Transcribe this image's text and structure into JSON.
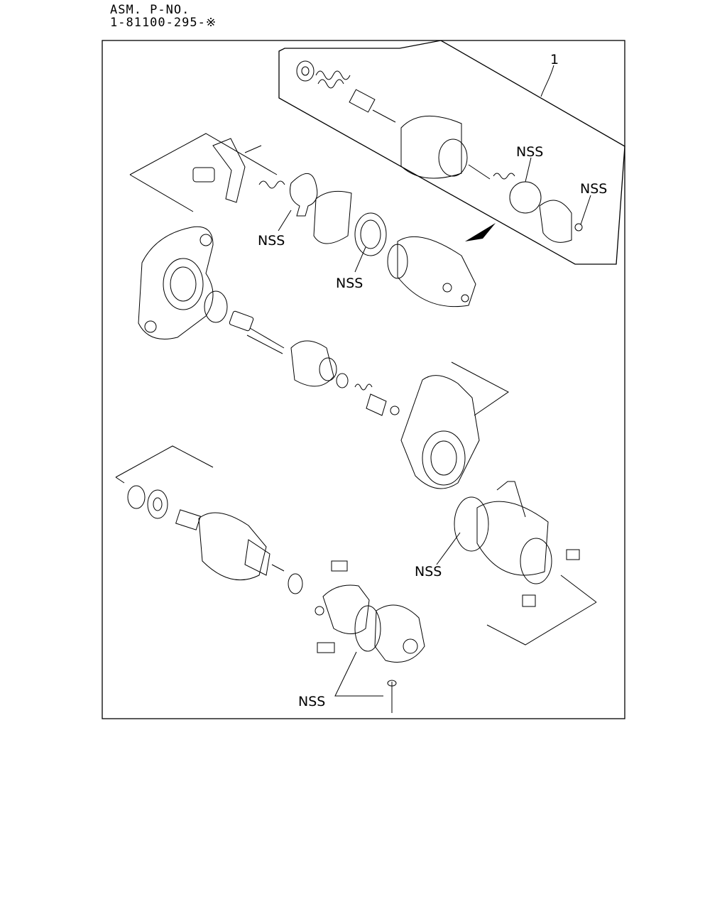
{
  "header": {
    "asm_label": "ASM. P-NO.",
    "part_number": "1-81100-295-※"
  },
  "callouts": {
    "item_1": "1",
    "nss_plunger_oring": "NSS",
    "nss_terminal_nut": "NSS",
    "nss_lever_gasket": "NSS",
    "nss_solenoid_seal": "NSS",
    "nss_yoke_oring": "NSS",
    "nss_rear_cover_bolt": "NSS"
  }
}
